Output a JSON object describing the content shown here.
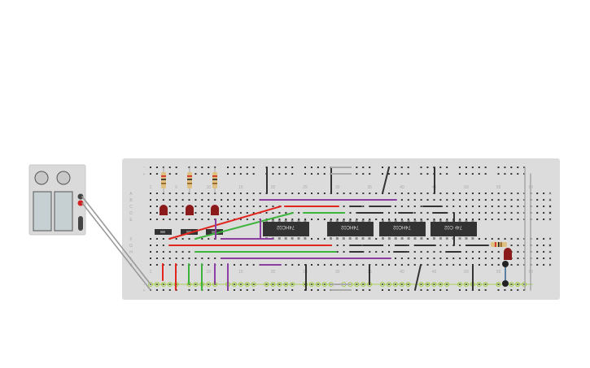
{
  "breadboard": {
    "row_letters_top": [
      "A",
      "B",
      "C",
      "D",
      "E"
    ],
    "row_letters_bottom": [
      "F",
      "G",
      "H",
      "I",
      "J"
    ],
    "column_numbers": [
      "1",
      "5",
      "10",
      "15",
      "20",
      "25",
      "30",
      "35",
      "40",
      "45",
      "50",
      "55",
      "60"
    ],
    "rail_minus": "−",
    "rail_plus": "+",
    "chips": [
      {
        "label": "74HC02"
      },
      {
        "label": "74HC02"
      },
      {
        "label": "74HC02"
      },
      {
        "label": "74HC02"
      }
    ],
    "colors": {
      "board": "#dcdcdc",
      "wire_red": "#e0261e",
      "wire_green": "#3cb43c",
      "wire_purple": "#8a3fa0",
      "wire_black": "#333333",
      "wire_gray": "#9a9a9a",
      "led": "#8b1a1a",
      "chip": "#333333"
    }
  },
  "power_supply": {
    "terminal_negative": "black",
    "terminal_positive": "red"
  },
  "components": {
    "resistors": 4,
    "leds": 4,
    "slide_switches": 3
  }
}
